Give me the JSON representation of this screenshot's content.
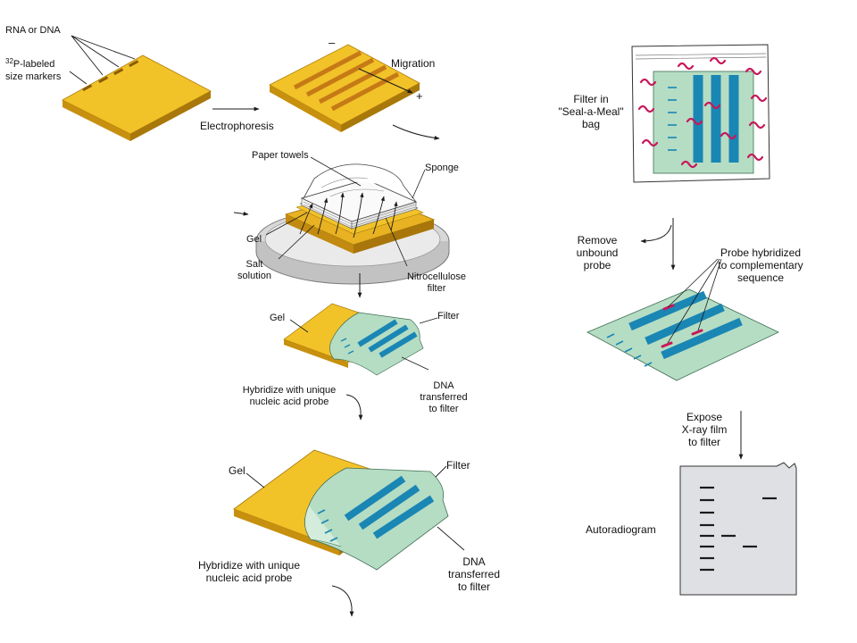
{
  "labels": {
    "rna_or_dna": "RNA or DNA",
    "p32_sup": "32",
    "p_labeled": "P-labeled",
    "size_markers": "size markers",
    "minus_sign": "–",
    "plus_sign": "+",
    "migration": "Migration",
    "electrophoresis": "Electrophoresis",
    "paper_towels": "Paper towels",
    "sponge": "Sponge",
    "gel": "Gel",
    "salt_solution_1": "Salt",
    "salt_solution_2": "solution",
    "nitrocellulose_1": "Nitrocellulose",
    "nitrocellulose_2": "filter",
    "filter": "Filter",
    "hybridize_1": "Hybridize with unique",
    "hybridize_2": "nucleic acid probe",
    "dna_1": "DNA",
    "dna_2": "transferred",
    "dna_3": "to filter",
    "seal_1": "Filter in",
    "seal_2": "\"Seal-a-Meal\"",
    "seal_3": "bag",
    "remove_1": "Remove",
    "remove_2": "unbound",
    "remove_3": "probe",
    "probe_1": "Probe hybridized",
    "probe_2": "to complementary",
    "probe_3": "sequence",
    "expose_1": "Expose",
    "expose_2": "X-ray film",
    "expose_3": "to filter",
    "autoradiogram": "Autoradiogram"
  },
  "colors": {
    "gel_top": "#f2c229",
    "gel_side": "#c7900e",
    "gel_band": "#c57a16",
    "filter": "#b5ddc4",
    "filter_band": "#1a86b4",
    "probe": "#c8175a",
    "film": "#dfe0e3",
    "line": "#1b1b1b"
  }
}
